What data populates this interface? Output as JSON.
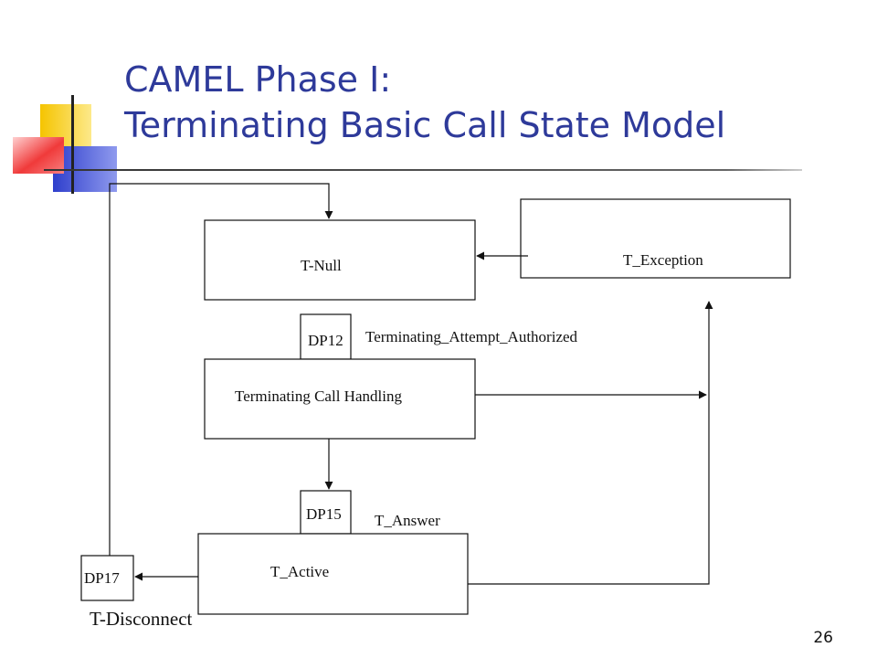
{
  "slide": {
    "title_line1": "CAMEL Phase I:",
    "title_line2": "Terminating Basic Call State Model",
    "page_number": "26"
  },
  "diagram": {
    "states": {
      "t_null": "T-Null",
      "t_exception": "T_Exception",
      "terminating_call_handling": "Terminating Call Handling",
      "t_active": "T_Active"
    },
    "detection_points": {
      "dp12": "DP12",
      "dp15": "DP15",
      "dp17": "DP17"
    },
    "events": {
      "terminating_attempt_authorized": "Terminating_Attempt_Authorized",
      "t_answer": "T_Answer",
      "t_disconnect": "T-Disconnect"
    }
  },
  "colors": {
    "title": "#2E3A9A",
    "deco_yellow": "#F5C400",
    "deco_red": "#F03A3A",
    "deco_blue": "#2F3FCC"
  }
}
